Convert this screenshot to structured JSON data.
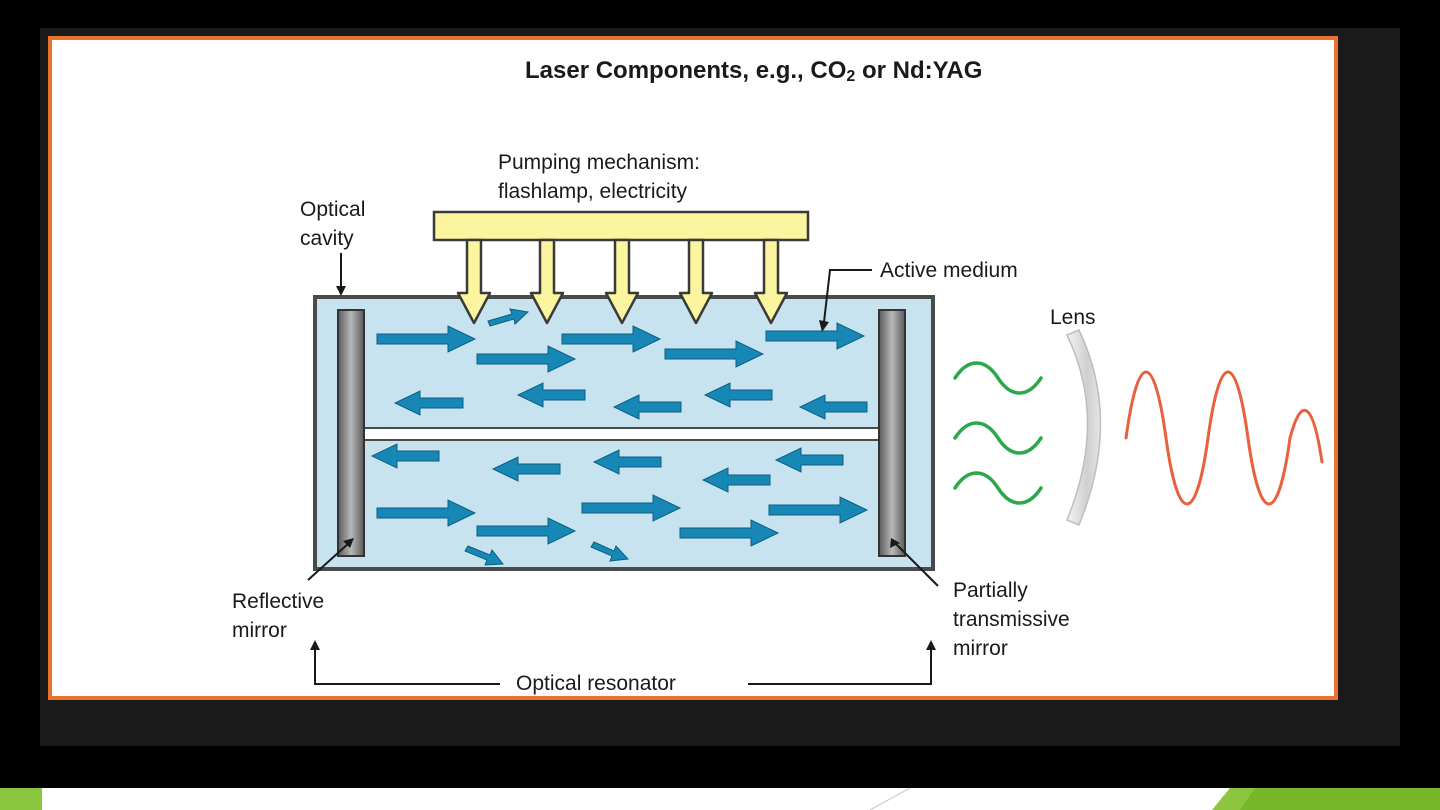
{
  "diagram": {
    "title": {
      "prefix": "Laser Components, e.g., CO",
      "subscript": "2",
      "suffix": " or Nd:YAG"
    },
    "labels": {
      "pumping_line1": "Pumping mechanism:",
      "pumping_line2": "flashlamp, electricity",
      "optical_cavity_line1": "Optical",
      "optical_cavity_line2": "cavity",
      "active_medium": "Active medium",
      "lens": "Lens",
      "reflective_mirror_line1": "Reflective",
      "reflective_mirror_line2": "mirror",
      "partial_mirror_line1": "Partially",
      "partial_mirror_line2": "transmissive",
      "partial_mirror_line3": "mirror",
      "optical_resonator": "Optical resonator"
    },
    "colors": {
      "frame_border": "#e8742c",
      "medium_fill": "#c7e3ef",
      "photon_arrow": "#1787b5",
      "pump_fill": "#fbf5a0",
      "incoherent_wave": "#2aa84a",
      "coherent_wave": "#e8603c",
      "accent_green": "#8cc63e"
    }
  }
}
